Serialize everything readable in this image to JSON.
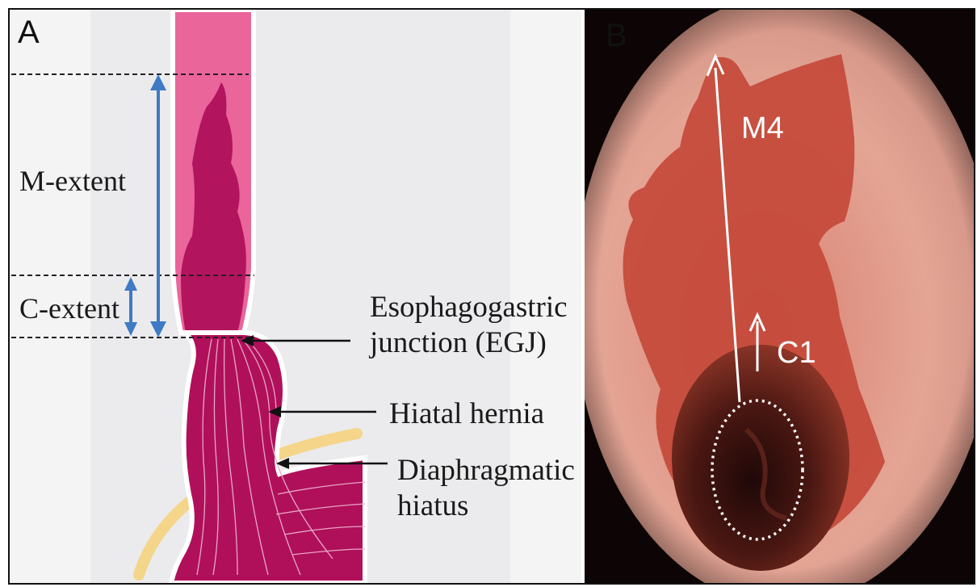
{
  "panel_a": {
    "letter": "A",
    "labels": {
      "m_extent": "M-extent",
      "c_extent": "C-extent",
      "egj_line1": "Esophagogastric",
      "egj_line2": "junction (EGJ)",
      "hiatal_hernia": "Hiatal hernia",
      "diaphragmatic_line1": "Diaphragmatic",
      "diaphragmatic_line2": "hiatus"
    },
    "colors": {
      "esophagus_pink": "#e9659a",
      "barrett_magenta": "#b3145e",
      "stomach_magenta": "#b0105a",
      "diaphragm_yellow": "#f4d58a",
      "arrow_blue": "#3f7ac4"
    }
  },
  "panel_b": {
    "letter": "B",
    "labels": {
      "m4": "M4",
      "c1": "C1"
    },
    "colors": {
      "mucosa_pale": "#e3a292",
      "mucosa_red": "#c04a3c",
      "lumen_dark": "#3a1210"
    }
  }
}
